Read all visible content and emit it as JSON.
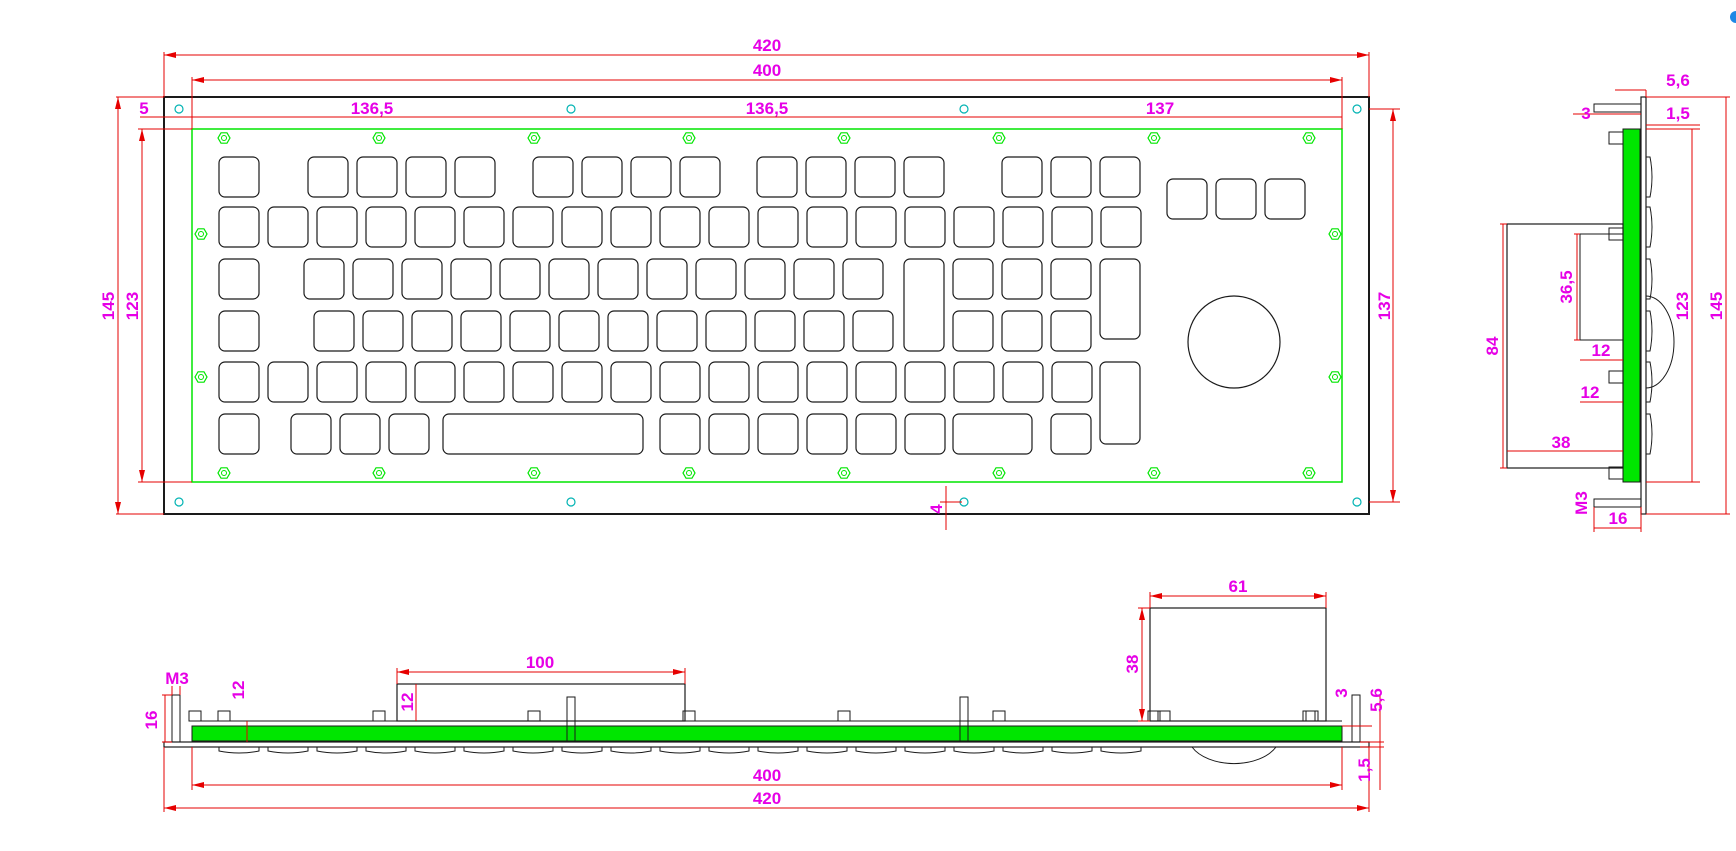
{
  "colors": {
    "outline": "#1a1a1a",
    "dimension": "#e60000",
    "label": "#e600e6",
    "pcb": "#00e600",
    "screw": "#00b3b3",
    "background": "#ffffff",
    "accent_dot": "#1e88e5"
  },
  "front_view": {
    "overall_width": "420",
    "inner_width": "400",
    "edge_offset": "5",
    "hole_spacing_1": "136,5",
    "hole_spacing_2": "136,5",
    "hole_spacing_3": "137",
    "overall_height": "145",
    "inner_height": "123",
    "hole_height": "137",
    "hole_offset": "4"
  },
  "side_view": {
    "total_depth": "5,6",
    "stud_length": "3",
    "plate_thickness": "1,5",
    "module_offset": "36,5",
    "module_height": "84",
    "mount_spacing_1": "12",
    "mount_spacing_2": "12",
    "module_depth": "38",
    "inner_height": "123",
    "overall_height": "145",
    "thread": "M3",
    "stud_height": "16"
  },
  "bottom_view": {
    "thread": "M3",
    "stud_height": "16",
    "pcb_gap": "12",
    "connector_width": "100",
    "connector_height": "12",
    "trackball_width": "61",
    "trackball_height": "38",
    "stud_length": "3",
    "total_depth": "5,6",
    "inner_width": "400",
    "overall_width": "420",
    "plate_thickness": "1,5"
  }
}
